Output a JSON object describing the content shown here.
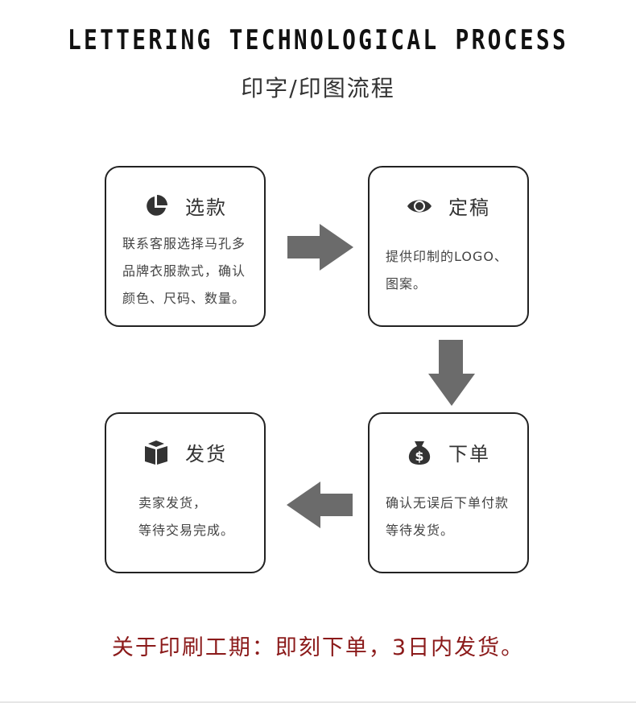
{
  "header": {
    "title_en": "LETTERING TECHNOLOGICAL PROCESS",
    "title_cn": "印字/印图流程"
  },
  "steps": [
    {
      "icon": "pie-chart-icon",
      "title": "选款",
      "lines": [
        "联系客服选择马孔多",
        "品牌衣服款式，确认",
        "颜色、尺码、数量。"
      ]
    },
    {
      "icon": "eye-icon",
      "title": "定稿",
      "lines": [
        "提供印制的LOGO、",
        "图案。"
      ]
    },
    {
      "icon": "money-bag-icon",
      "title": "下单",
      "lines": [
        "确认无误后下单付款",
        "等待发货。"
      ]
    },
    {
      "icon": "box-icon",
      "title": "发货",
      "lines": [
        "卖家发货，",
        "等待交易完成。"
      ]
    }
  ],
  "arrows": [
    "right",
    "down",
    "left"
  ],
  "footer": {
    "text": "关于印刷工期：即刻下单，3日内发货。",
    "color": "#8b1a1a"
  },
  "colors": {
    "arrow": "#6b6b6b",
    "icon": "#333333",
    "border": "#222222"
  }
}
